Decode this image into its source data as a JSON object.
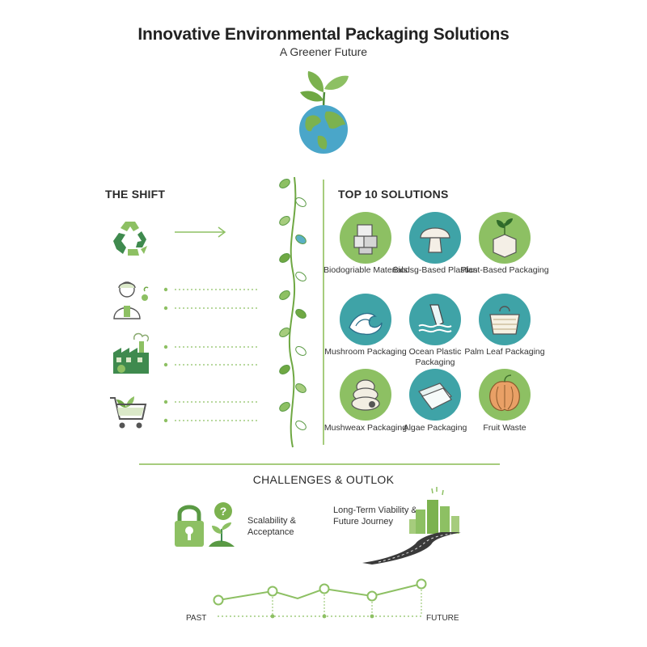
{
  "header": {
    "title": "Innovative Environmental Packaging Solutions",
    "subtitle": "A Greener Future"
  },
  "shift": {
    "heading": "THE SHIFT",
    "icons": [
      "recycle-icon",
      "worker-icon",
      "factory-icon",
      "shopping-cart-icon"
    ]
  },
  "solutions": {
    "heading": "TOP 10 SOLUTIONS",
    "items": [
      {
        "label": "Biodogriable Materials",
        "icon": "stacked-boxes-icon",
        "color": "#8dc063"
      },
      {
        "label": "Biodsg-Based Plastics",
        "icon": "mushroom-icon",
        "color": "#3fa3a7"
      },
      {
        "label": "Plant-Based Packaging",
        "icon": "sprout-box-icon",
        "color": "#8dc063"
      },
      {
        "label": "Mushroom Packaging",
        "icon": "wave-icon",
        "color": "#3fa3a7"
      },
      {
        "label": "Ocean Plastic Packaging",
        "icon": "bottle-in-water-icon",
        "color": "#3fa3a7"
      },
      {
        "label": "Palm Leaf Packaging",
        "icon": "basket-icon",
        "color": "#3fa3a7"
      },
      {
        "label": "Mushweax Packaging",
        "icon": "beehive-icon",
        "color": "#8dc063"
      },
      {
        "label": "Algae Packaging",
        "icon": "sheets-icon",
        "color": "#3fa3a7"
      },
      {
        "label": "Fruit Waste",
        "icon": "fruit-icon",
        "color": "#8dc063"
      }
    ]
  },
  "challenges": {
    "heading": "CHALLENGES & OUTLOK",
    "scalability": "Scalability & Acceptance",
    "viability": "Long-Term Viability & Future Journey"
  },
  "timeline": {
    "start": "PAST",
    "end": "FUTURE"
  },
  "colors": {
    "green": "#8dc063",
    "dark_green": "#3f8a4e",
    "teal": "#3fa3a7",
    "line_green": "#a6cc7d"
  }
}
